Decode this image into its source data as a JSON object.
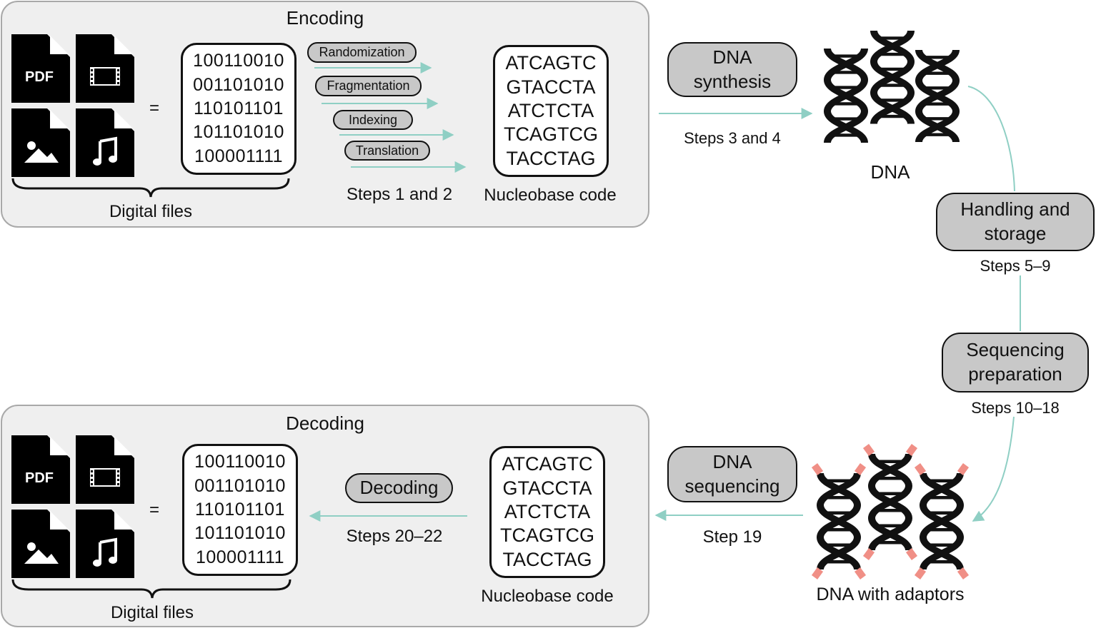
{
  "encoding": {
    "title": "Encoding",
    "binary_lines": [
      "100110010",
      "001101010",
      "110101101",
      "101101010",
      "100001111"
    ],
    "equals": "=",
    "files_label": "Digital files",
    "file_icons": [
      "pdf-file-icon",
      "video-file-icon",
      "image-file-icon",
      "music-file-icon"
    ],
    "pdf_text": "PDF",
    "process_steps": [
      "Randomization",
      "Fragmentation",
      "Indexing",
      "Translation"
    ],
    "steps_label": "Steps 1 and 2",
    "nucleobase_lines": [
      "ATCAGTC",
      "GTACCTA",
      "ATCTCTA",
      "TCAGTCG",
      "TACCTAG"
    ],
    "nucleobase_label": "Nucleobase code"
  },
  "synthesis": {
    "line1": "DNA",
    "line2": "synthesis",
    "steps_label": "Steps 3 and 4",
    "dna_label": "DNA"
  },
  "handling": {
    "line1": "Handling and",
    "line2": "storage",
    "steps_label": "Steps 5–9"
  },
  "seq_prep": {
    "line1": "Sequencing",
    "line2": "preparation",
    "steps_label": "Steps 10–18"
  },
  "sequencing": {
    "line1": "DNA",
    "line2": "sequencing",
    "steps_label": "Step 19",
    "dna_label": "DNA with adaptors"
  },
  "decoding": {
    "title": "Decoding",
    "process": "Decoding",
    "steps_label": "Steps 20–22",
    "binary_lines": [
      "100110010",
      "001101010",
      "110101101",
      "101101010",
      "100001111"
    ],
    "equals": "=",
    "files_label": "Digital files",
    "pdf_text": "PDF",
    "nucleobase_lines": [
      "ATCAGTC",
      "GTACCTA",
      "ATCTCTA",
      "TCAGTCG",
      "TACCTAG"
    ],
    "nucleobase_label": "Nucleobase code"
  },
  "colors": {
    "arrow": "#8fcfc4",
    "pill_fill": "#c8c8c8",
    "panel_fill": "#efefef",
    "panel_border": "#a9a9a9",
    "adaptor": "#f08f86"
  }
}
